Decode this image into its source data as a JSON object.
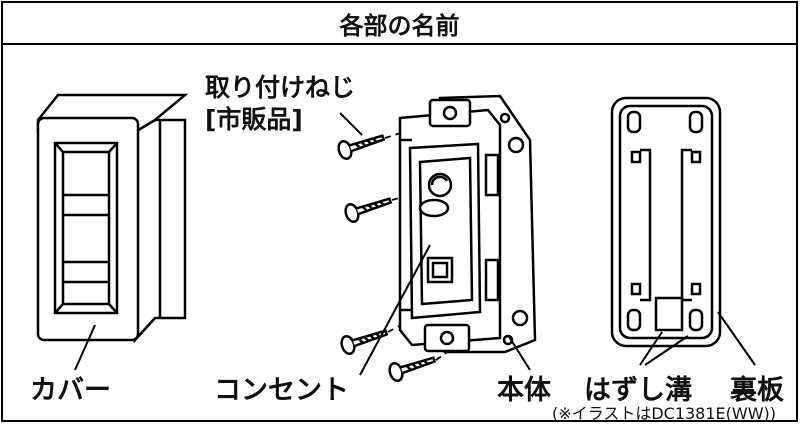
{
  "title": "各部の名前",
  "labels": {
    "screws_line1": "取り付けねじ",
    "screws_line2": "[市販品]",
    "cover": "カバー",
    "outlet": "コンセント",
    "body": "本体",
    "groove": "はずし溝",
    "back_plate": "裏板"
  },
  "caption": "(※イラストはDC1381E(WW))"
}
